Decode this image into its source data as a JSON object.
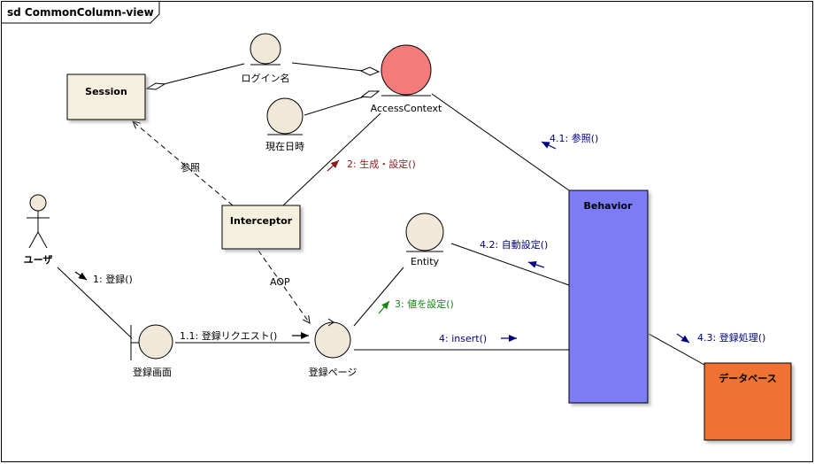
{
  "frame": {
    "title": "sd CommonColumn-view"
  },
  "colors": {
    "entity_fill": "#F0E8D8",
    "class_fill": "#F5EFDD",
    "access_context_fill": "#F47B7B",
    "behavior_fill": "#7B7BF5",
    "database_fill": "#F07232",
    "arrow_black": "#000000",
    "arrow_darkred": "#8B1A1A",
    "arrow_green": "#118811",
    "arrow_navy": "#000080"
  },
  "nodes": {
    "session": "Session",
    "login_name": "ログイン名",
    "access_context": "AccessContext",
    "current_datetime": "現在日時",
    "interceptor": "Interceptor",
    "user": "ユーザ",
    "entity": "Entity",
    "behavior": "Behavior",
    "register_screen": "登録画面",
    "register_page": "登録ページ",
    "database": "データベース"
  },
  "edge_labels": {
    "ref": "参照",
    "aop": "AOP"
  },
  "messages": {
    "m1": "1: 登録()",
    "m1_1": "1.1: 登録リクエスト()",
    "m2": "2: 生成・設定()",
    "m3": "3: 値を設定()",
    "m4": "4: insert()",
    "m4_1": "4.1: 参照()",
    "m4_2": "4.2: 自動設定()",
    "m4_3": "4.3: 登録処理()"
  }
}
